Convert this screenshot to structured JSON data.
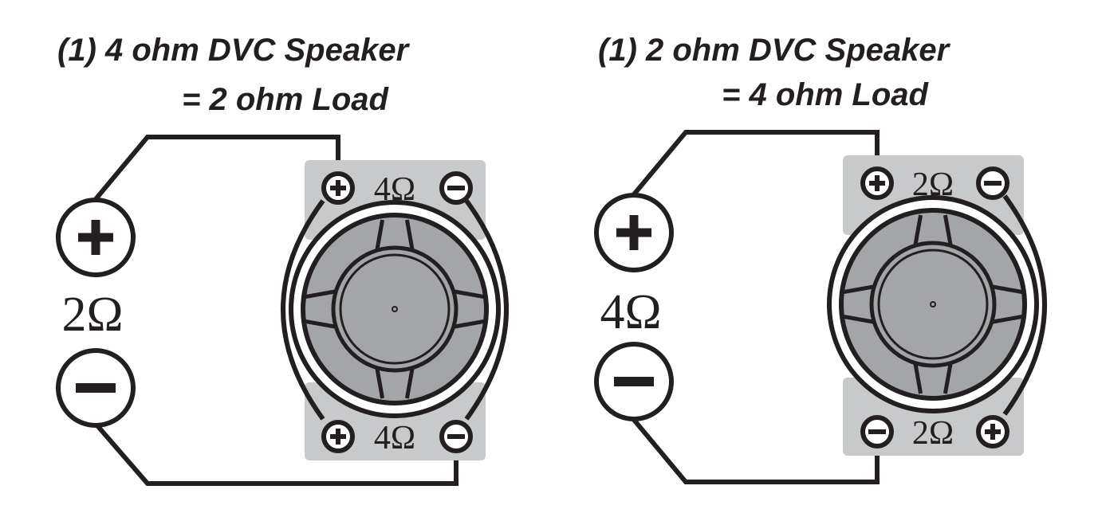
{
  "colors": {
    "ink": "#231f20",
    "panel": "#c8c9cb",
    "cone": "#a4a5a8",
    "cone_dark": "#8d8e91"
  },
  "diagrams": [
    {
      "title_line1": "(1) 4 ohm DVC Speaker",
      "title_line2": "= 2 ohm Load",
      "amp_impedance": "2Ω",
      "amp_plus": "+",
      "amp_minus": "−",
      "coil_top_label": "4Ω",
      "coil_bottom_label": "4Ω",
      "wiring": "parallel"
    },
    {
      "title_line1": "(1) 2 ohm DVC Speaker",
      "title_line2": "= 4 ohm Load",
      "amp_impedance": "4Ω",
      "amp_plus": "+",
      "amp_minus": "−",
      "coil_top_label": "2Ω",
      "coil_bottom_label": "2Ω",
      "wiring": "series"
    }
  ]
}
